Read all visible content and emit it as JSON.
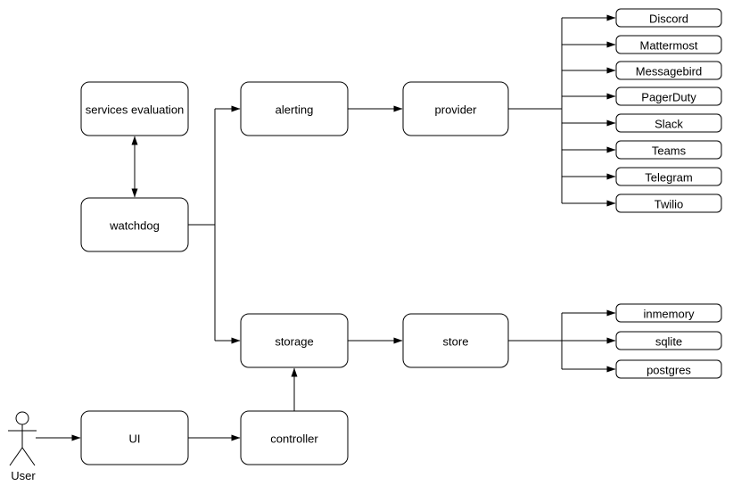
{
  "diagram": {
    "background_color": "#ffffff",
    "stroke_color": "#000000",
    "text_color": "#000000",
    "nodes": {
      "services_evaluation": "services evaluation",
      "watchdog": "watchdog",
      "alerting": "alerting",
      "provider": "provider",
      "storage": "storage",
      "store": "store",
      "ui": "UI",
      "controller": "controller"
    },
    "providers": [
      "Discord",
      "Mattermost",
      "Messagebird",
      "PagerDuty",
      "Slack",
      "Teams",
      "Telegram",
      "Twilio"
    ],
    "stores": [
      "inmemory",
      "sqlite",
      "postgres"
    ],
    "actor": {
      "label": "User"
    }
  }
}
